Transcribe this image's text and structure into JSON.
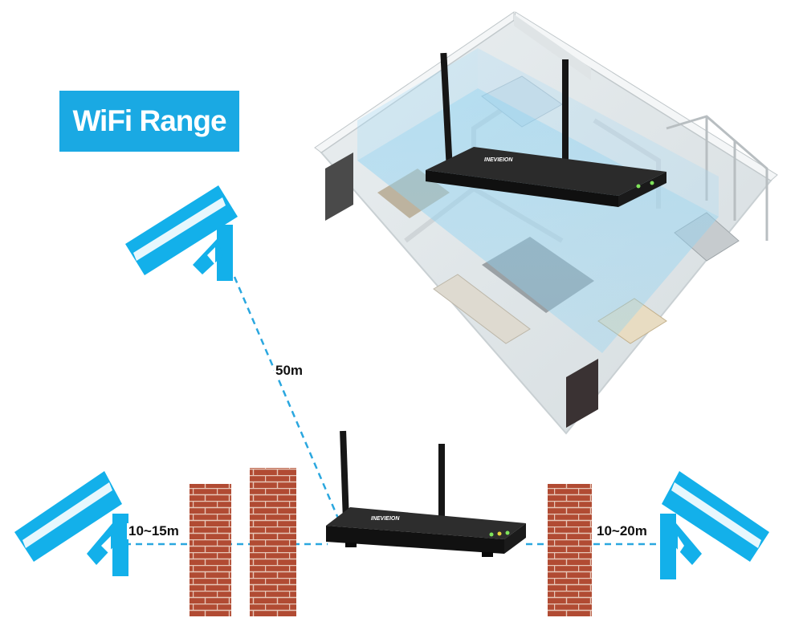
{
  "title": "WiFi Range",
  "brand": "INEVIEION",
  "distances": {
    "top_camera": "50m",
    "left_camera": "10~15m",
    "right_camera": "10~20m"
  },
  "colors": {
    "accent": "#1aa9e3",
    "camera": "#13b0ea",
    "wall_brick": "#a9452f",
    "nvr_body": "#1c1c1c",
    "dashed_line": "#2aa7df"
  },
  "icons": [
    "wifi-camera-icon",
    "brick-wall-icon",
    "nvr-recorder-icon",
    "house-floorplan-illustration"
  ]
}
